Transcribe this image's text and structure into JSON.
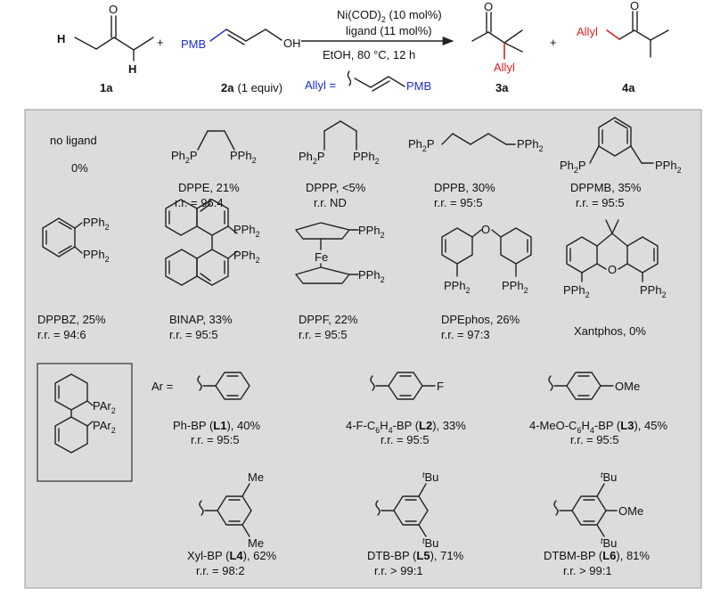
{
  "reaction": {
    "conditions": {
      "catalyst": "Ni(COD)",
      "catalyst_sub": "2",
      "catalyst_loading": " (10 mol%)",
      "ligand": "ligand (11 mol%)",
      "solvent": "EtOH, 80 °C, 12 h",
      "allyl_eq": "Allyl ="
    },
    "labels": {
      "sm1": "1a",
      "sm2": "2a",
      "sm2_note": "(1 equiv)",
      "p1": "3a",
      "p2": "4a",
      "plus": "+"
    },
    "atoms": {
      "H": "H",
      "O": "O",
      "OH": "OH",
      "PMB": "PMB",
      "Allyl": "Allyl"
    }
  },
  "ligands": {
    "no_ligand": {
      "name": "no ligand",
      "yield": "0%"
    },
    "items": [
      {
        "name": "DPPE, 21%",
        "rr": "r.r. = 96:4"
      },
      {
        "name": "DPPP, <5%",
        "rr": "r.r. ND"
      },
      {
        "name": "DPPB, 30%",
        "rr": "r.r. = 95:5"
      },
      {
        "name": "DPPMB, 35%",
        "rr": "r.r. = 95:5"
      },
      {
        "name": "DPPBZ, 25%",
        "rr": "r.r. = 94:6"
      },
      {
        "name": "BINAP, 33%",
        "rr": "r.r. = 95:5"
      },
      {
        "name": "DPPF, 22%",
        "rr": "r.r. = 95:5"
      },
      {
        "name": "DPEphos, 26%",
        "rr": "r.r. = 97:3"
      },
      {
        "name": "Xantphos, 0%",
        "rr": ""
      }
    ],
    "biaryl": {
      "ar_eq": "Ar =",
      "par2": "PAr",
      "par2_sub": "2",
      "ph": "Ph",
      "pph": "PPh",
      "fe": "Fe",
      "f": "F",
      "ome": "OMe",
      "me": "Me",
      "tbu": "Bu",
      "t": "t",
      "entries": [
        {
          "name_a": "Ph-BP (",
          "code": "L1",
          "name_b": "), 40%",
          "rr": "r.r. = 95:5"
        },
        {
          "name_a": "4-F-C",
          "sub1": "6",
          "name_mid": "H",
          "sub2": "4",
          "name_c": "-BP (",
          "code": "L2",
          "name_b": "), 33%",
          "rr": "r.r. = 95:5"
        },
        {
          "name_a": "4-MeO-C",
          "sub1": "6",
          "name_mid": "H",
          "sub2": "4",
          "name_c": "-BP (",
          "code": "L3",
          "name_b": "), 45%",
          "rr": "r.r. = 95:5"
        },
        {
          "name_a": "Xyl-BP (",
          "code": "L4",
          "name_b": "), 62%",
          "rr": "r.r. = 98:2"
        },
        {
          "name_a": "DTB-BP (",
          "code": "L5",
          "name_b": "), 71%",
          "rr": "r.r. > 99:1"
        },
        {
          "name_a": "DTBM-BP (",
          "code": "L6",
          "name_b": "), 81%",
          "rr": "r.r. > 99:1"
        }
      ]
    }
  },
  "colors": {
    "panel": "#dcdcdc",
    "blue": "#1a2bd6",
    "red": "#e02020"
  }
}
